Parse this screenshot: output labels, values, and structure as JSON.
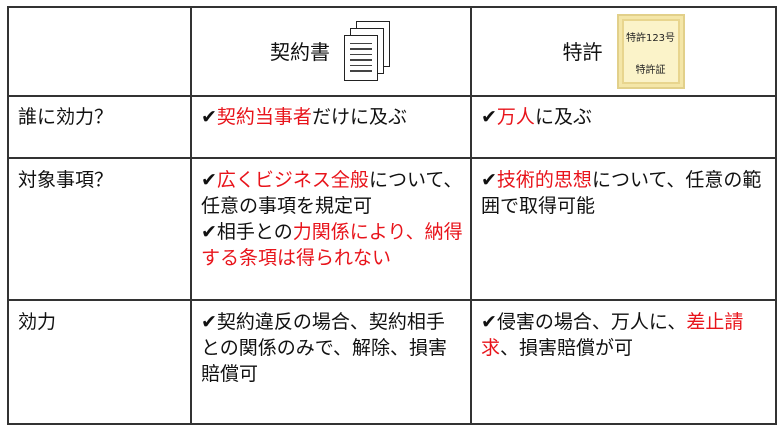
{
  "table": {
    "header": {
      "col1_label": "",
      "col2_label": "契約書",
      "col2_icon": "document-stack-icon",
      "col3_label": "特許",
      "col3_icon": "patent-certificate-icon",
      "certificate": {
        "top_text": "特許123号",
        "bottom_text": "特許証"
      }
    },
    "rows": [
      {
        "label": "誰に効力？",
        "contract": {
          "check": "✔",
          "red": "契約当事者",
          "text": "だけに及ぶ"
        },
        "patent": {
          "check": "✔",
          "red": "万人",
          "text": "に及ぶ"
        }
      },
      {
        "label": "対象事項？",
        "contract": {
          "item1": {
            "check": "✔",
            "red": "広くビジネス全般",
            "text": "について、任意の事項を規定可"
          },
          "item2": {
            "check": "✔",
            "text": "相手との",
            "red": "力関係により、納得する条項は得られない"
          }
        },
        "patent": {
          "check": "✔",
          "red": "技術的思想",
          "text": "について、任意の範囲で取得可能"
        }
      },
      {
        "label": "効力",
        "contract": {
          "check": "✔",
          "text": "契約違反の場合、契約相手との関係のみで、解除、損害賠償可"
        },
        "patent": {
          "check": "✔",
          "text1": "侵害の場合、万人に、",
          "red": "差止請求",
          "text2": "、損害賠償が可"
        }
      }
    ],
    "colors": {
      "accent_red": "#e8141b",
      "text": "#111111",
      "border": "#333333",
      "certificate_bg": "#fbf3c9"
    }
  }
}
